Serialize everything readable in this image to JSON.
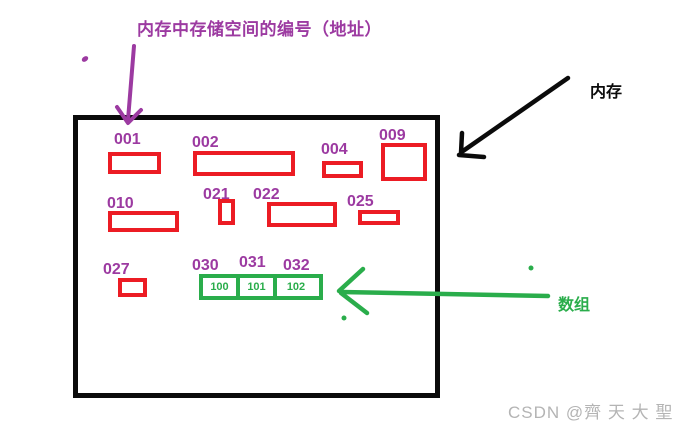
{
  "title": {
    "text": "内存中存储空间的编号（地址）"
  },
  "colors": {
    "purple": "#9c3aa1",
    "red": "#ec1c24",
    "green": "#2aad4b",
    "ink": "#0b0b0b",
    "watermark": "#b4b4b4"
  },
  "memory": {
    "label": "内存",
    "cells": [
      {
        "label": "001"
      },
      {
        "label": "002"
      },
      {
        "label": "004"
      },
      {
        "label": "009"
      },
      {
        "label": "010"
      },
      {
        "label": "021"
      },
      {
        "label": "022"
      },
      {
        "label": "025"
      },
      {
        "label": "027"
      }
    ]
  },
  "array": {
    "label": "数组",
    "cells": [
      {
        "label": "030",
        "value": "100"
      },
      {
        "label": "031",
        "value": "101"
      },
      {
        "label": "032",
        "value": "102"
      }
    ]
  },
  "watermark": {
    "text": "CSDN @齊 天 大 聖"
  }
}
